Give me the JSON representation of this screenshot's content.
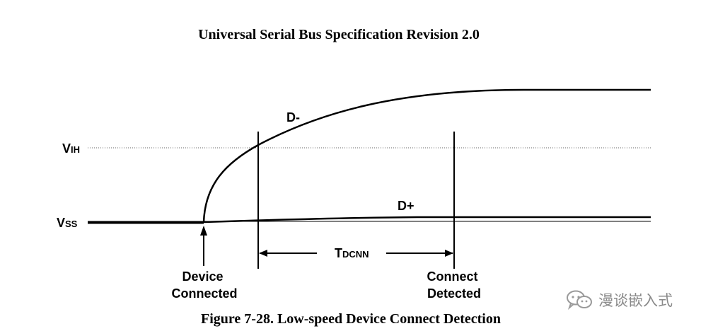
{
  "header": {
    "title": "Universal Serial Bus Specification Revision 2.0"
  },
  "diagram": {
    "labels": {
      "vih_main": "V",
      "vih_sub": "IH",
      "vss_main": "V",
      "vss_sub": "SS",
      "d_minus": "D-",
      "d_plus": "D+",
      "tdcnn_main": "T",
      "tdcnn_sub": "DCNN",
      "device_line1": "Device",
      "device_line2": "Connected",
      "connect_line1": "Connect",
      "connect_line2": "Detected"
    }
  },
  "caption": {
    "text": "Figure 7-28.  Low-speed Device Connect Detection"
  },
  "watermark": {
    "text": "漫谈嵌入式",
    "icon": "wechat-icon"
  }
}
